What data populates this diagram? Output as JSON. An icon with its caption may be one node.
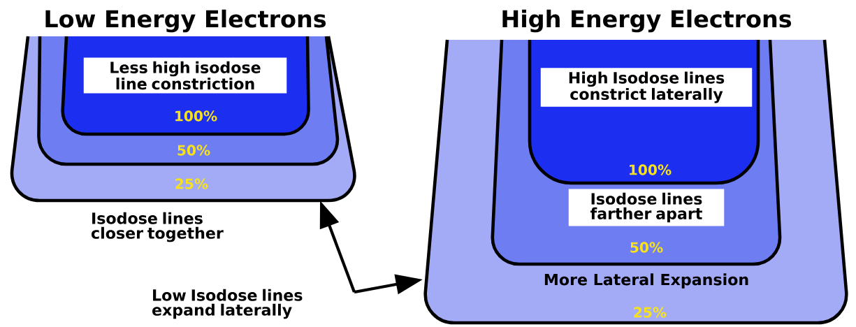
{
  "diagram": {
    "nodes": [
      {
        "text": [
          "25%"
        ]
      },
      {
        "text": [
          "50%"
        ],
        "in": 0
      },
      {
        "text": [
          "100%"
        ],
        "in": 1
      },
      {
        "text": [
          "Less high isodose line constriction"
        ],
        "in": 2
      },
      {
        "text": [
          "More Lateral Expansion",
          "25%"
        ]
      },
      {
        "text": [
          "50%"
        ],
        "in": 4
      },
      {
        "text": [
          "100%"
        ],
        "in": 5
      },
      {
        "text": [
          "Isodose lines farther apart"
        ],
        "in": 5
      },
      {
        "text": [
          "High Isodose lines constrict laterally"
        ],
        "in": 6
      },
      {
        "text": [
          "Low Isodose lines expand laterally"
        ]
      }
    ],
    "edges": [
      {
        "from": 9,
        "to": 0,
        "arrow": "to"
      },
      {
        "from": 9,
        "to": 4,
        "arrow": "to"
      }
    ],
    "labels": [
      "Low Energy Electrons",
      "High Energy Electrons",
      "Isodose lines closer together"
    ]
  }
}
